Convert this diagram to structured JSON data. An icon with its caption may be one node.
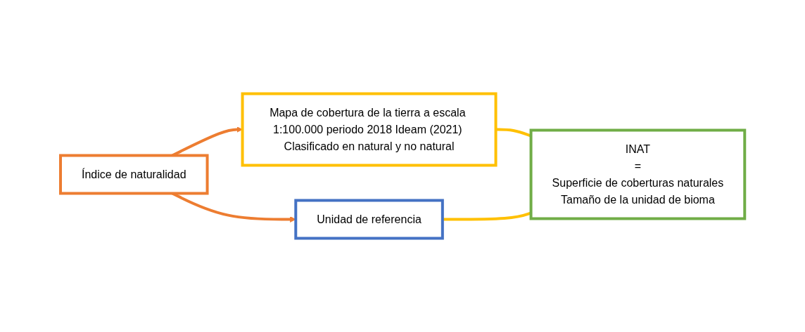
{
  "diagram": {
    "nodes": [
      {
        "text": [
          "Índice de naturalidad"
        ]
      },
      {
        "text": [
          "Mapa de cobertura de la tierra a escala 1:100.000 periodo 2018 Ideam (2021) Clasificado en natural y no natural"
        ]
      },
      {
        "text": [
          "Unidad de referencia"
        ]
      },
      {
        "text": [
          "INAT",
          "=",
          "Superficie de coberturas naturales",
          "Tamaño de la unidad de bioma"
        ]
      }
    ],
    "edges": [
      {
        "from": 0,
        "to": 1,
        "arrow": "to",
        "color": "#ed7d31"
      },
      {
        "from": 0,
        "to": 2,
        "arrow": "to",
        "color": "#ed7d31"
      },
      {
        "from": 1,
        "to": 3,
        "arrow": "none",
        "color": "#ffc000"
      },
      {
        "from": 2,
        "to": 3,
        "arrow": "none",
        "color": "#ffc000"
      }
    ]
  }
}
